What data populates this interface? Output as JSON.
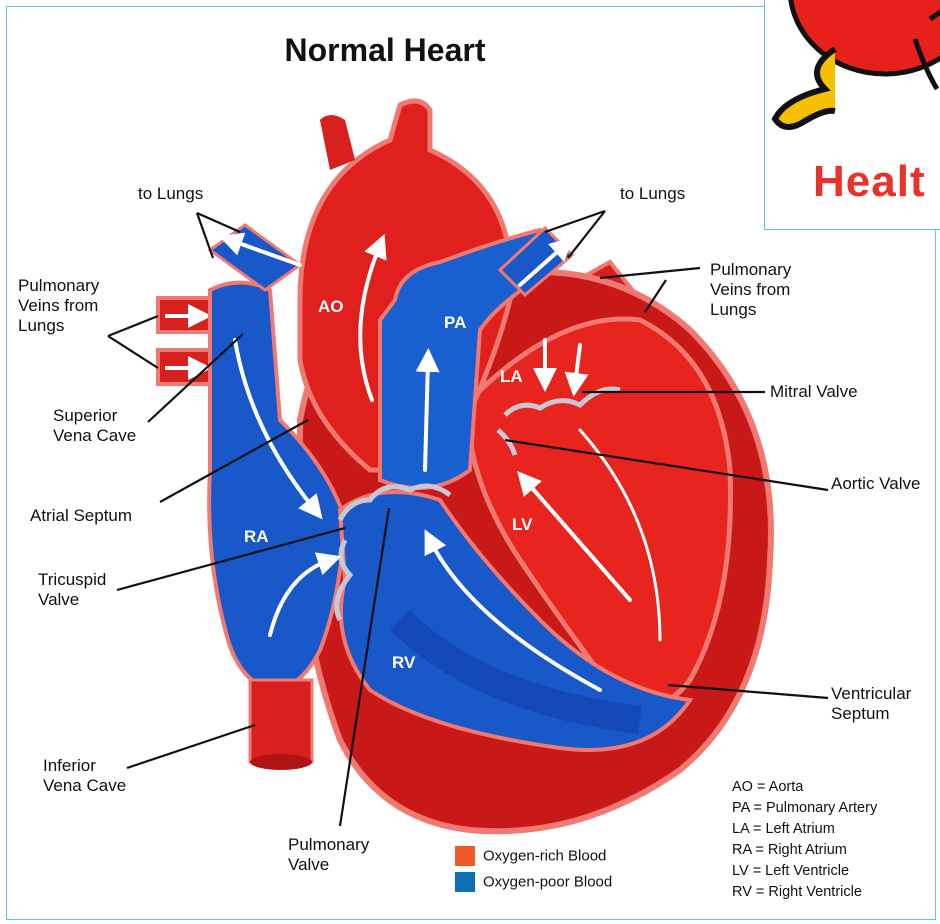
{
  "title": "Normal Heart",
  "logo_text": "Healt",
  "labels": {
    "to_lungs_left": "to Lungs",
    "to_lungs_right": "to Lungs",
    "pulmonary_veins_left": "Pulmonary\nVeins from\nLungs",
    "pulmonary_veins_right": "Pulmonary\nVeins from\nLungs",
    "superior_vena_cave": "Superior\nVena Cave",
    "atrial_septum": "Atrial Septum",
    "tricuspid_valve": "Tricuspid\nValve",
    "inferior_vena_cave": "Inferior\nVena Cave",
    "pulmonary_valve": "Pulmonary\nValve",
    "mitral_valve": "Mitral Valve",
    "aortic_valve": "Aortic Valve",
    "ventricular_septum": "Ventricular\nSeptum"
  },
  "chamber_labels": {
    "ao": "AO",
    "pa": "PA",
    "la": "LA",
    "ra": "RA",
    "lv": "LV",
    "rv": "RV"
  },
  "legend": {
    "rich": "Oxygen-rich Blood",
    "poor": "Oxygen-poor Blood",
    "rich_color": "#ef5a28",
    "poor_color": "#0e6db3"
  },
  "abbreviations": [
    "AO = Aorta",
    "PA  = Pulmonary Artery",
    "LA  = Left Atrium",
    "RA  = Right Atrium",
    "LV  = Left Ventricle",
    "RV  = Right Ventricle"
  ],
  "colors": {
    "red": "#d8201e",
    "dark_red": "#b01414",
    "outline_pink": "#f07a72",
    "blue": "#1858c8",
    "dark_blue": "#0d2f9a",
    "valve_gray": "#c8c8d4",
    "frame": "#5cc6d8"
  }
}
